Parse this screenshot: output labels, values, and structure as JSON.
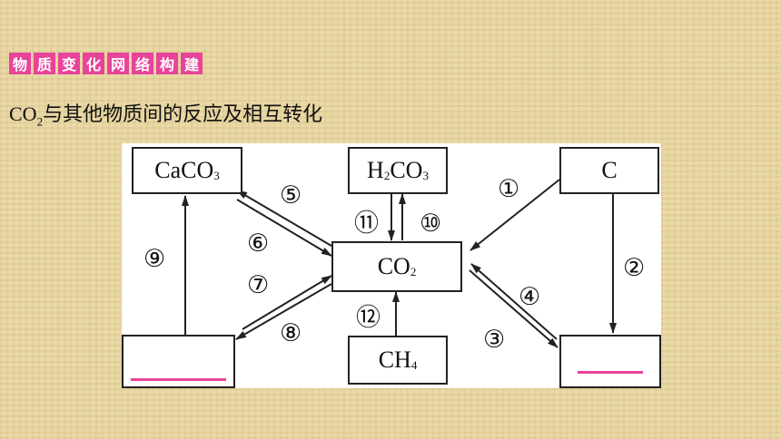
{
  "header": {
    "badges": [
      "物",
      "质",
      "变",
      "化",
      "网",
      "络",
      "构",
      "建"
    ],
    "accent": "#e8439a"
  },
  "subtitle": {
    "formula": "CO",
    "formula_sub": "2",
    "text": "与其他物质间的反应及相互转化"
  },
  "diagram": {
    "boxes": {
      "caco3": {
        "main": "CaCO",
        "sub": "3"
      },
      "h2co3": {
        "a": "H",
        "a_sub": "2",
        "b": "CO",
        "b_sub": "3"
      },
      "c": {
        "main": "C"
      },
      "co2": {
        "main": "CO",
        "sub": "2"
      },
      "ch4": {
        "main": "CH",
        "sub": "4"
      },
      "left_blank": {
        "main": ""
      },
      "right_blank": {
        "main": ""
      }
    },
    "labels": {
      "r1": "①",
      "r2": "②",
      "r3": "③",
      "r4": "④",
      "r5": "⑤",
      "r6": "⑥",
      "r7": "⑦",
      "r8": "⑧",
      "r9": "⑨",
      "r10": "⑩",
      "r11": "⑪",
      "r12": "⑫"
    }
  }
}
